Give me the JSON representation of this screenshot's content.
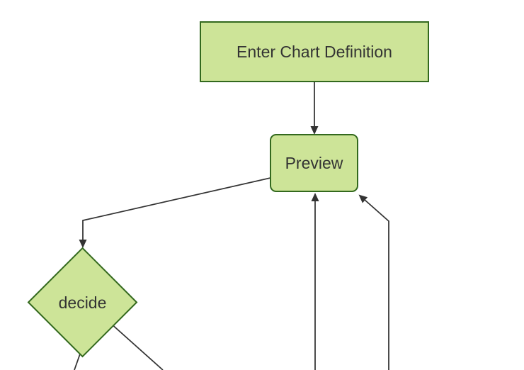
{
  "diagram": {
    "type": "flowchart",
    "direction": "top-down",
    "colors": {
      "background": "#ffffff",
      "node_fill": "#cde498",
      "node_border": "#33691e",
      "edge_color": "#333333",
      "text_color": "#333333"
    },
    "nodes": [
      {
        "id": "enter-chart-definition",
        "label": "Enter Chart Definition",
        "shape": "rectangle"
      },
      {
        "id": "preview",
        "label": "Preview",
        "shape": "rounded-rectangle"
      },
      {
        "id": "decide",
        "label": "decide",
        "shape": "diamond"
      }
    ],
    "edges": [
      {
        "from": "enter-chart-definition",
        "to": "preview",
        "arrowhead": true
      },
      {
        "from": "preview",
        "to": "decide",
        "arrowhead": true
      },
      {
        "from": "offscreen-bottom",
        "to": "preview",
        "arrowhead": true
      },
      {
        "from": "offscreen-bottom-right",
        "to": "preview",
        "arrowhead": true
      },
      {
        "from": "decide",
        "to": "offscreen-bottom-left",
        "arrowhead": false
      },
      {
        "from": "decide",
        "to": "offscreen-bottom-right",
        "arrowhead": false
      }
    ]
  }
}
